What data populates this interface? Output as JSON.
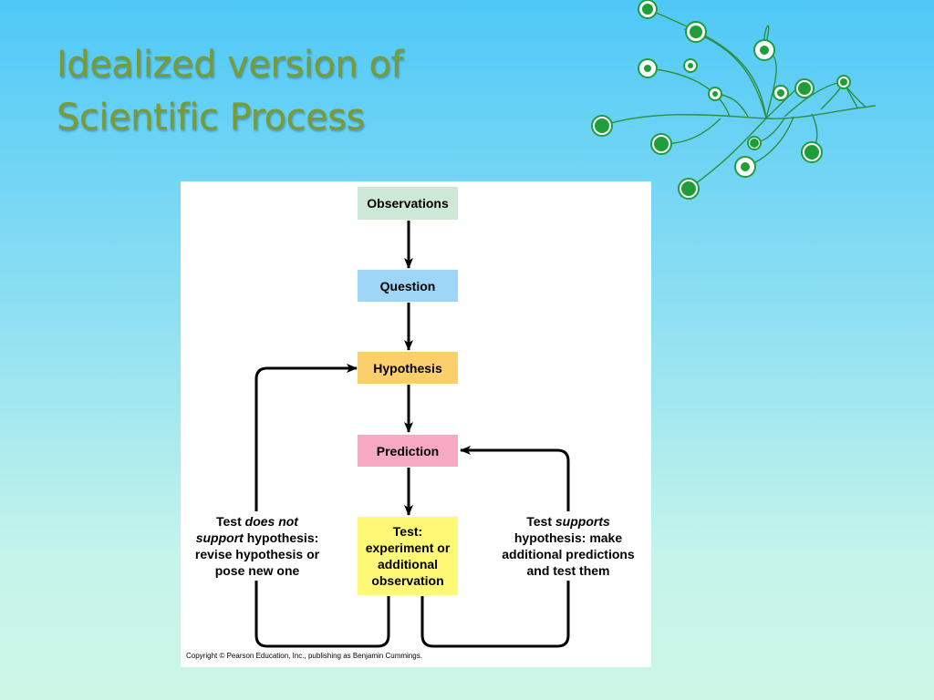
{
  "slide": {
    "title_line1": "Idealized version of",
    "title_line2": "Scientific Process"
  },
  "diagram": {
    "boxes": {
      "observations": {
        "label": "Observations",
        "color": "#cde9d6"
      },
      "question": {
        "label": "Question",
        "color": "#9dd6f7"
      },
      "hypothesis": {
        "label": "Hypothesis",
        "color": "#fbcf6b"
      },
      "prediction": {
        "label": "Prediction",
        "color": "#f7a9c4"
      },
      "test": {
        "line1": "Test:",
        "line2": "experiment or",
        "line3": "additional",
        "line4": "observation",
        "color": "#fdf876"
      }
    },
    "left_note": {
      "p1": "Test ",
      "p2": "does not",
      "p3": "support",
      "p4": " hypothesis:",
      "line3": "revise hypothesis or",
      "line4": "pose new one"
    },
    "right_note": {
      "p1": "Test ",
      "p2": "supports",
      "line2": "hypothesis: make",
      "line3": "additional predictions",
      "line4": "and test them"
    },
    "copyright": "Copyright © Pearson Education, Inc., publishing as Benjamin Cummings."
  },
  "colors": {
    "title": "#7a9a32",
    "vine": "#2f8f3f",
    "vine_dot": "#1e9e3a"
  },
  "decoration": {
    "icon": "vine-ornament-icon"
  }
}
